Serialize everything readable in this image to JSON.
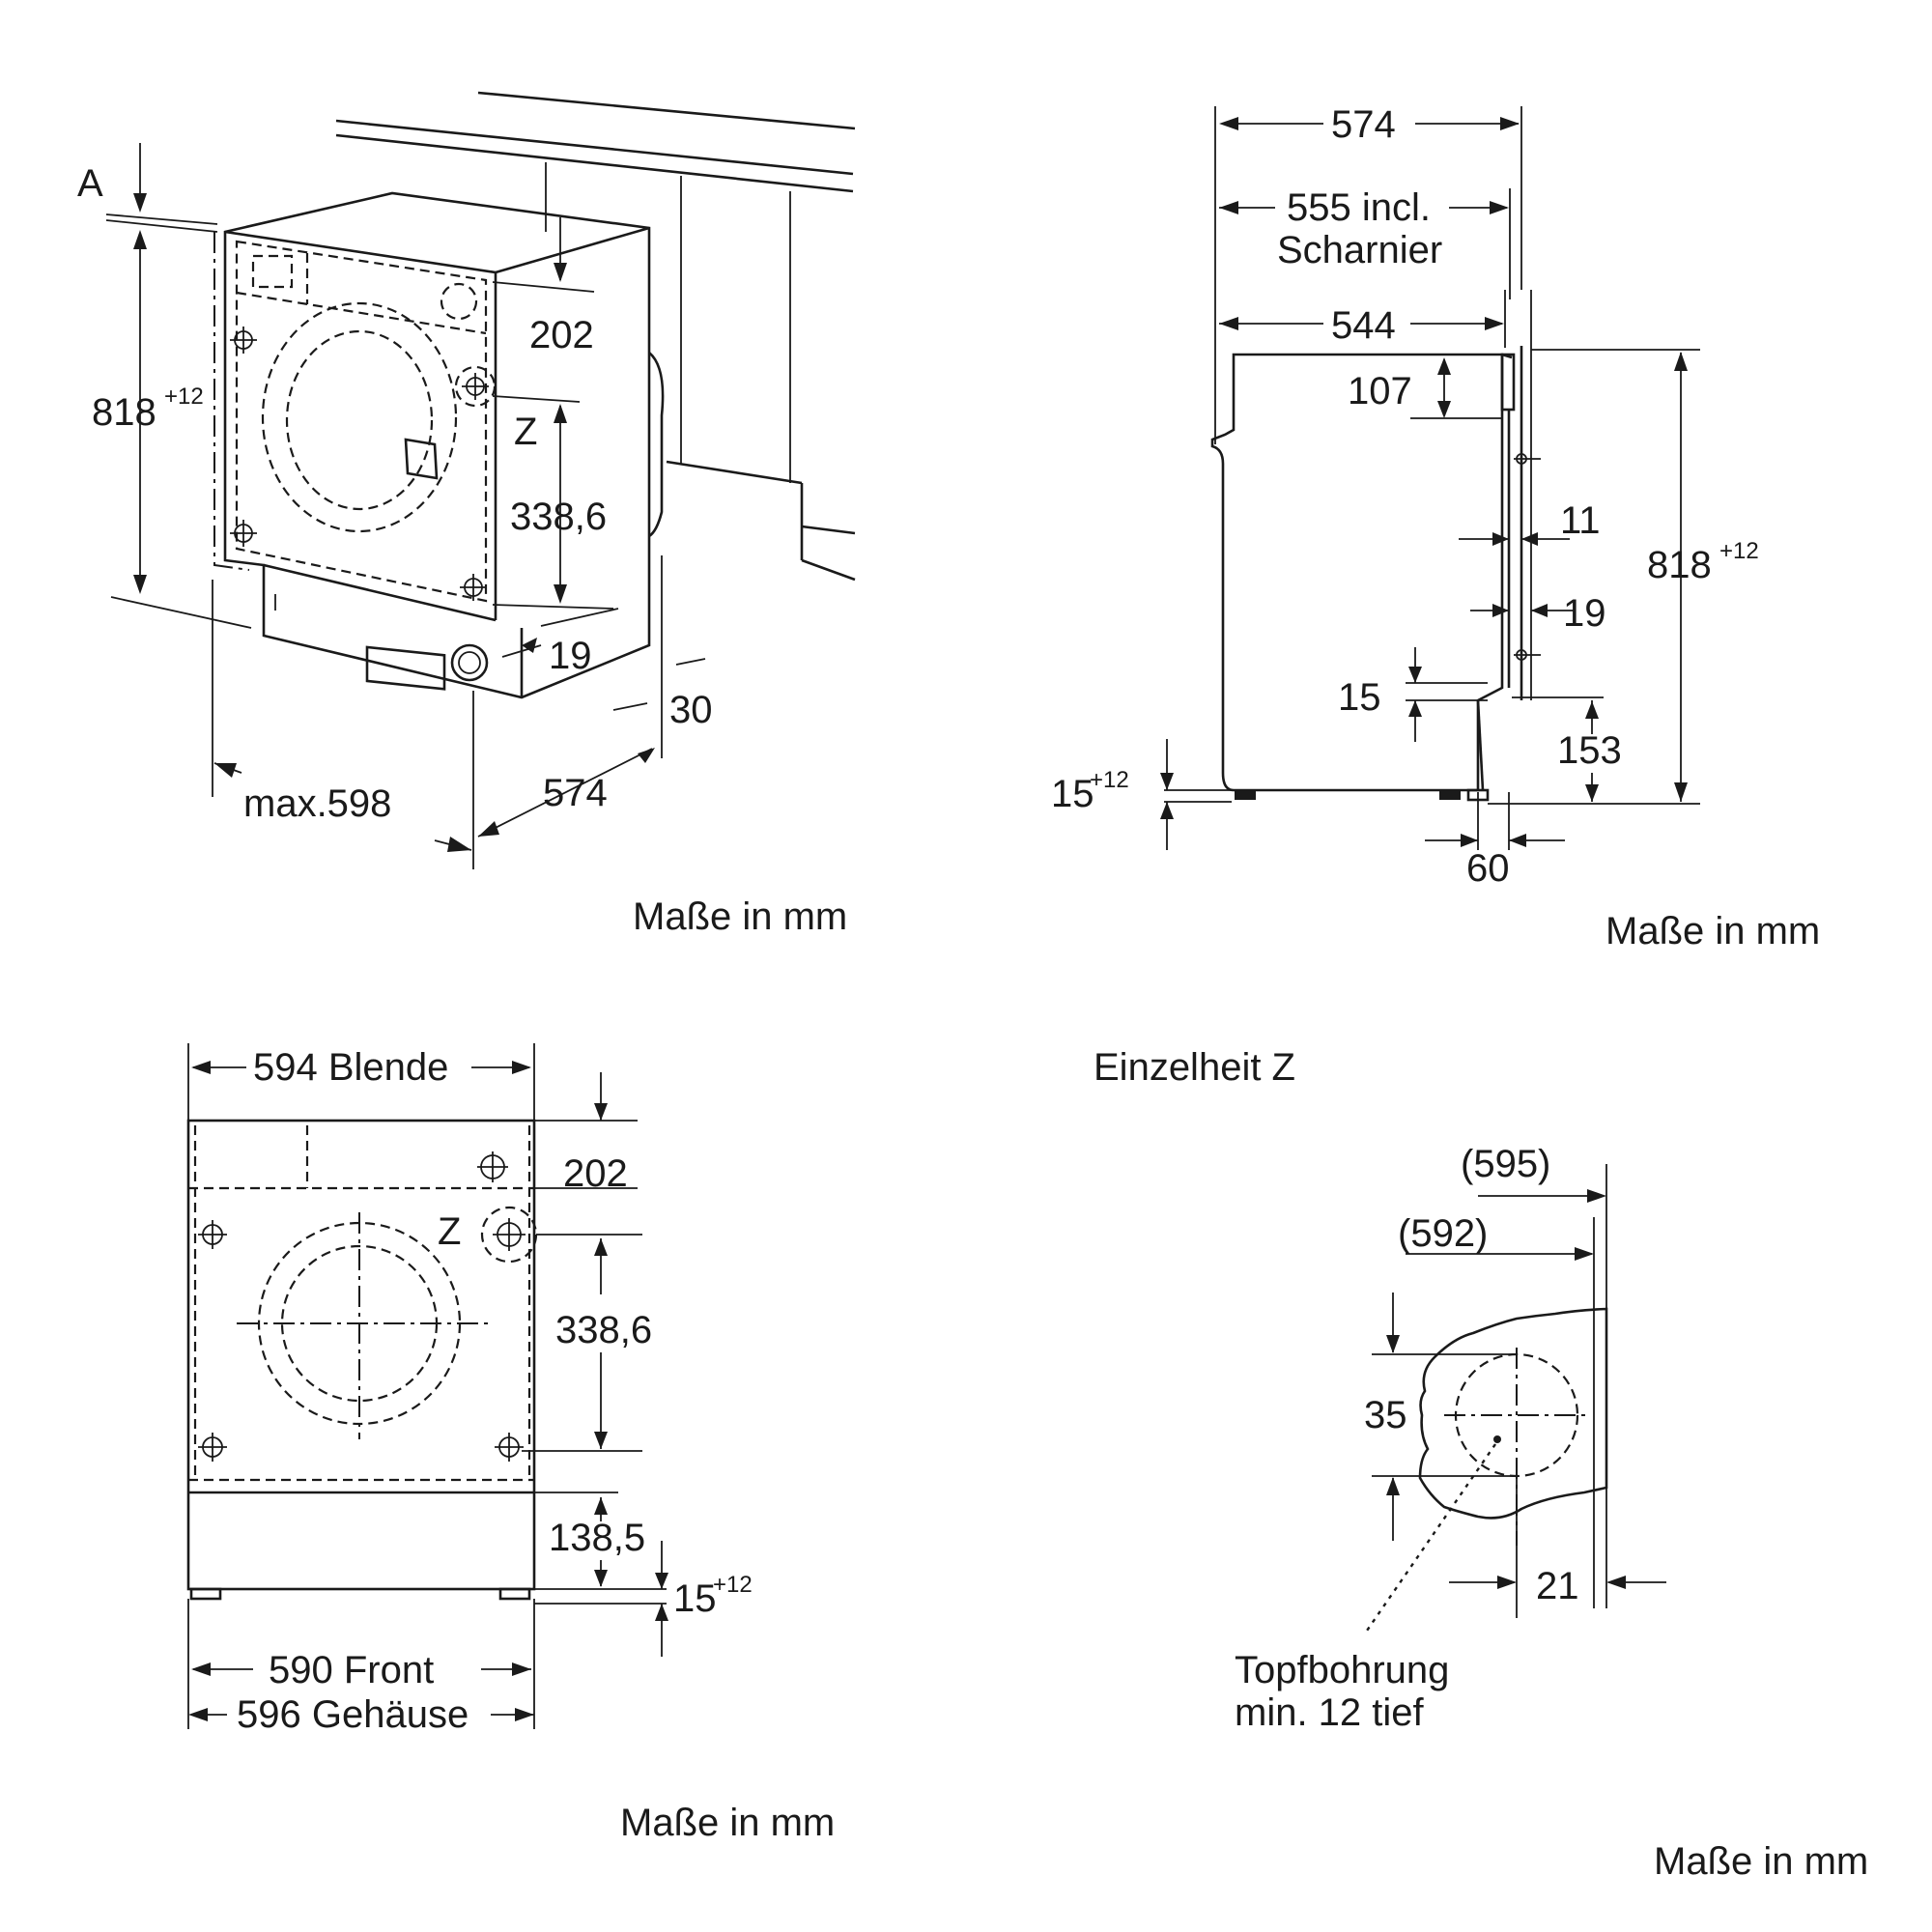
{
  "views": {
    "perspective": {
      "label_a": "A",
      "height": "818",
      "height_tol": "+12",
      "top_panel": "202",
      "detail_ref": "Z",
      "hinge_dist": "338,6",
      "dim_19": "19",
      "dim_30": "30",
      "width_max": "max.598",
      "depth": "574",
      "units": "Maße in mm"
    },
    "side": {
      "depth_total": "574",
      "depth_hinge_l1": "555 incl.",
      "depth_hinge_l2": "Scharnier",
      "depth_body": "544",
      "dim_107": "107",
      "dim_11": "11",
      "height": "818",
      "height_tol": "+12",
      "dim_19": "19",
      "dim_15": "15",
      "dim_153": "153",
      "foot": "15",
      "foot_tol": "+12",
      "dim_60": "60",
      "units": "Maße in mm"
    },
    "front": {
      "panel_width": "594 Blende",
      "top_panel": "202",
      "detail_ref": "Z",
      "hinge_dist": "338,6",
      "plinth": "138,5",
      "foot": "15",
      "foot_tol": "+12",
      "front_width": "590 Front",
      "body_width": "596 Gehäuse",
      "units": "Maße in mm"
    },
    "detail": {
      "title": "Einzelheit Z",
      "dim_595": "(595)",
      "dim_592": "(592)",
      "dim_35": "35",
      "dim_21": "21",
      "note_l1": "Topfbohrung",
      "note_l2": "min. 12 tief",
      "units": "Maße in mm"
    }
  }
}
